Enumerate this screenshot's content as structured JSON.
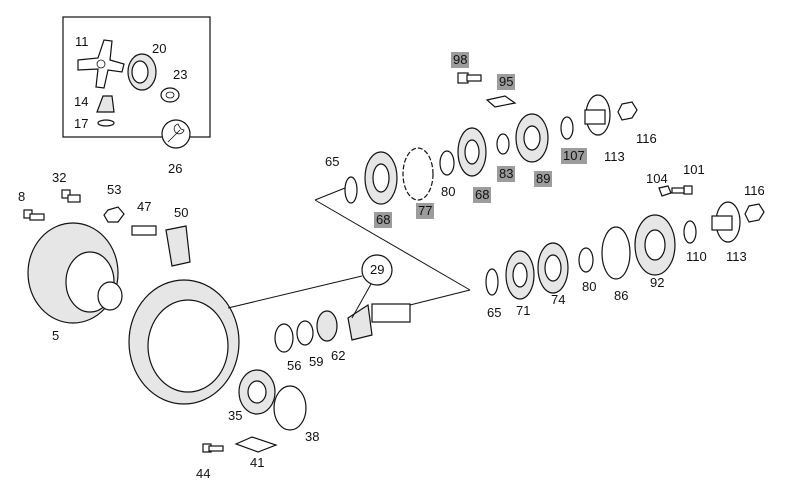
{
  "callouts": {
    "c11": "11",
    "c20": "20",
    "c23": "23",
    "c14": "14",
    "c17": "17",
    "c26": "26",
    "c98": "98",
    "c95": "95",
    "c116a": "116",
    "c113a": "113",
    "c107": "107",
    "c89": "89",
    "c83": "83",
    "c68a": "68",
    "c80a": "80",
    "c77": "77",
    "c68b": "68",
    "c65a": "65",
    "c104": "104",
    "c101": "101",
    "c116b": "116",
    "c110": "110",
    "c113b": "113",
    "c92": "92",
    "c86": "86",
    "c80b": "80",
    "c74": "74",
    "c71": "71",
    "c65b": "65",
    "c29": "29",
    "c32": "32",
    "c53": "53",
    "c47": "47",
    "c50": "50",
    "c8": "8",
    "c5": "5",
    "c56": "56",
    "c59": "59",
    "c62": "62",
    "c35": "35",
    "c38": "38",
    "c41": "41",
    "c44": "44"
  },
  "highlight_color": "#9c9c9c",
  "inset_icon": "wrench-icon"
}
